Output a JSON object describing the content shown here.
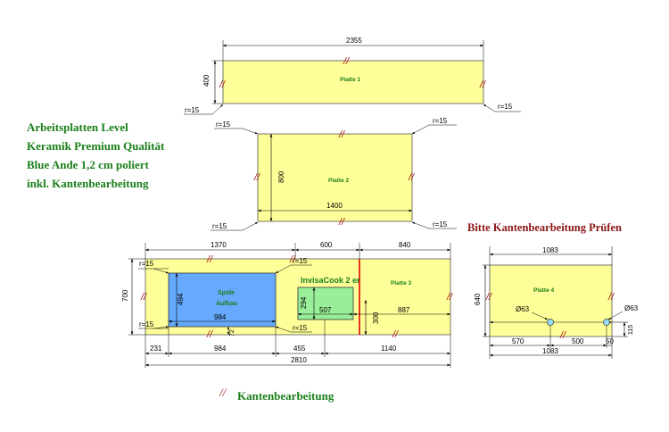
{
  "notes": [
    "Arbeitsplatten Level",
    "Keramik Premium Qualität",
    "Blue Ande 1,2 cm poliert",
    "inkl. Kantenbearbeitung"
  ],
  "warning": "Bitte Kantenbearbeitung Prüfen",
  "legend": {
    "mark": "//",
    "label": "Kantenbearbeitung"
  },
  "edge_mark": "//",
  "colors": {
    "slab": "#ffff99",
    "sink": "#66aaff",
    "cooktop": "#99ee99",
    "cut_line": "#e00000",
    "note_text": "#1a7f1a",
    "warning_text": "#8b1414",
    "edge_mark": "#a31515"
  },
  "slabs": {
    "p1": {
      "label": "Platte 1",
      "width": "2355",
      "height": "400",
      "r_left": "r=15",
      "r_right": "r=15"
    },
    "p2": {
      "label": "Platte 2",
      "width": "1400",
      "height": "800",
      "r_tl": "r=15",
      "r_tr": "r=15",
      "r_bl": "r=15",
      "r_br": "r=15"
    },
    "p3": {
      "label": "Platte 3",
      "height": "700",
      "top_dims": [
        "1370",
        "600",
        "840"
      ],
      "bottom_dims": [
        "231",
        "984",
        "455",
        "1140"
      ],
      "total": "2810",
      "sink": {
        "label1": "Spüle",
        "label2": "Aufbau",
        "width": "984",
        "height": "494",
        "offset": "72"
      },
      "cooktop": {
        "label": "InvisaCook 2 er",
        "width": "507",
        "height": "294",
        "offset": "300"
      },
      "side_dim": "887",
      "radii": [
        "r=15",
        "r=15",
        "r=15",
        "r=15"
      ]
    },
    "p4": {
      "label": "Platte 4",
      "width": "1083",
      "height": "640",
      "hole1": "Ø63",
      "hole2": "Ø63",
      "bottom_dims": [
        "570",
        "500",
        "50"
      ],
      "total": "1083",
      "side_dim": "115"
    }
  }
}
